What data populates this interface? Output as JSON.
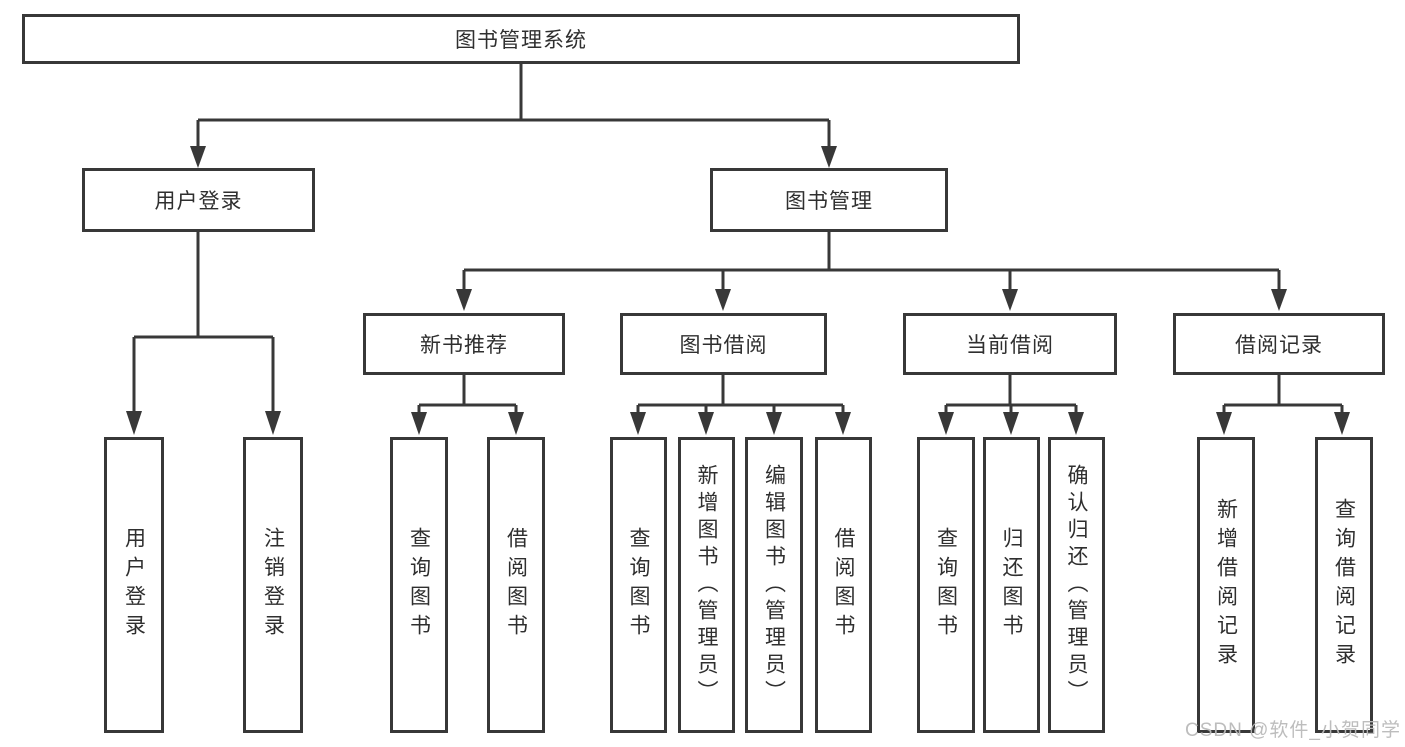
{
  "tree": {
    "root": {
      "label": "图书管理系统",
      "children": [
        {
          "label": "用户登录",
          "children": [
            {
              "label": "用户登录"
            },
            {
              "label": "注销登录"
            }
          ]
        },
        {
          "label": "图书管理",
          "children": [
            {
              "label": "新书推荐",
              "children": [
                {
                  "label": "查询图书"
                },
                {
                  "label": "借阅图书"
                }
              ]
            },
            {
              "label": "图书借阅",
              "children": [
                {
                  "label": "查询图书"
                },
                {
                  "label": "新增图书（管理员）"
                },
                {
                  "label": "编辑图书（管理员）"
                },
                {
                  "label": "借阅图书"
                }
              ]
            },
            {
              "label": "当前借阅",
              "children": [
                {
                  "label": "查询图书"
                },
                {
                  "label": "归还图书"
                },
                {
                  "label": "确认归还（管理员）"
                }
              ]
            },
            {
              "label": "借阅记录",
              "children": [
                {
                  "label": "新增借阅记录"
                },
                {
                  "label": "查询借阅记录"
                }
              ]
            }
          ]
        }
      ]
    }
  },
  "watermark": {
    "text": "CSDN @软件_小贺同学"
  },
  "colors": {
    "line": "#383838",
    "box_border": "#383838",
    "text": "#2f2f2f",
    "background": "#ffffff",
    "watermark": "#b9b9b9"
  }
}
